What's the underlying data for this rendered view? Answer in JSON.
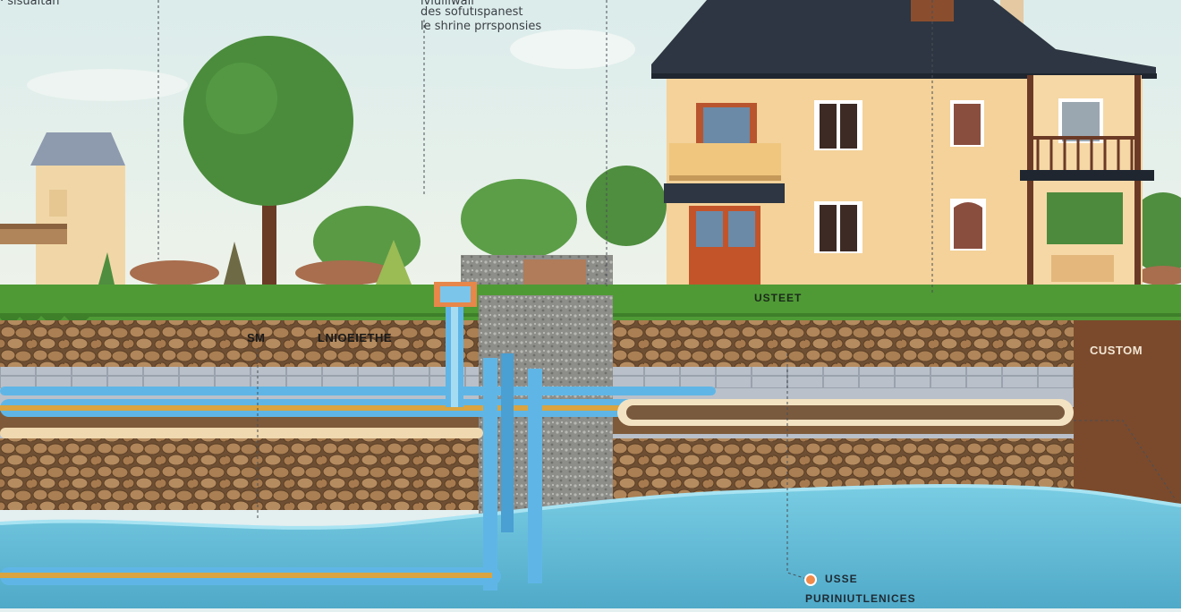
{
  "labels": {
    "top_left_fragment": "· sisuaitah",
    "top_center_line1": "ıvıuılıwaıı",
    "top_center_line2": "des sofutıspanest",
    "top_center_line3": "le shrine prrsponsies",
    "ground_label": "USTEET",
    "soil_label_1": "SM",
    "soil_label_2": "LNIOEIETHE",
    "right_label": "CUSTOM",
    "water_label_1": "USSE",
    "water_label_2": "PURINIUTLENICES"
  },
  "colors": {
    "sky": "#e4eff0",
    "grass": "#4f9a35",
    "soil": "#7b5a3a",
    "stone": "#a67c52",
    "pipe": "#5fb6e6",
    "pipe_core": "#d9a441",
    "water": "#6cc3dc",
    "house_wall": "#f4d29a",
    "roof": "#2d3642",
    "concrete": "#9a9a98"
  }
}
